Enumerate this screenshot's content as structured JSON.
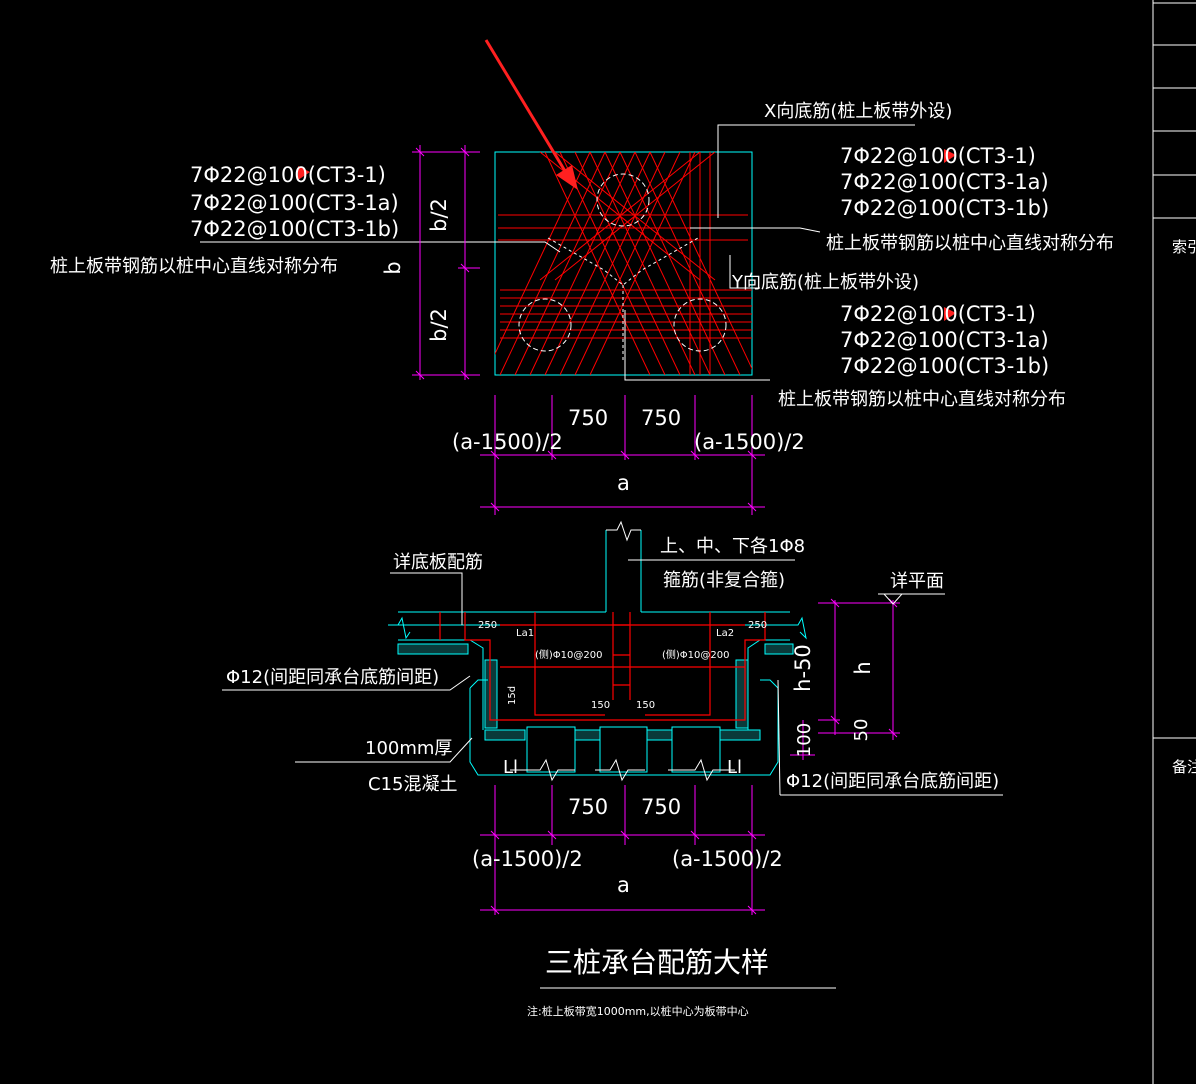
{
  "plan": {
    "left_bars": [
      "7Φ22@100(CT3-1)",
      "7Φ22@100(CT3-1a)",
      "7Φ22@100(CT3-1b)"
    ],
    "left_note": "桩上板带钢筋以桩中心直线对称分布",
    "dim_b": "b",
    "dim_b_half_top": "b/2",
    "dim_b_half_bottom": "b/2",
    "x_label": "X向底筋(桩上板带外设)",
    "right_top_bars": [
      "7Φ22@100(CT3-1)",
      "7Φ22@100(CT3-1a)",
      "7Φ22@100(CT3-1b)"
    ],
    "right_top_note": "桩上板带钢筋以桩中心直线对称分布",
    "y_label": "Y向底筋(桩上板带外设)",
    "right_bottom_bars": [
      "7Φ22@100(CT3-1)",
      "7Φ22@100(CT3-1a)",
      "7Φ22@100(CT3-1b)"
    ],
    "right_bottom_note": "桩上板带钢筋以桩中心直线对称分布",
    "dim_750_left": "750",
    "dim_750_right": "750",
    "dim_side_left": "(a-1500)/2",
    "dim_side_right": "(a-1500)/2",
    "dim_a": "a"
  },
  "section": {
    "stirrup_label_1": "上、中、下各1Φ8",
    "stirrup_label_2": "箍筋(非复合箍)",
    "slab_ref": "详底板配筋",
    "plan_ref": "详平面",
    "left_bar": "Φ12(间距同承台底筋间距)",
    "right_bar": "Φ12(间距同承台底筋间距)",
    "concrete_1": "100mm厚",
    "concrete_2": "C15混凝土",
    "dim_250_left": "250",
    "dim_250_right": "250",
    "la1": "La1",
    "la2": "La2",
    "rebar_left": "(侧)Φ10@200",
    "rebar_right": "(侧)Φ10@200",
    "dim_15d": "15d",
    "dim_150_left": "150",
    "dim_150_right": "150",
    "ll_left": "Ll",
    "ll_right": "Ll",
    "dim_h50": "h-50",
    "dim_h": "h",
    "dim_100": "100",
    "dim_50": "50",
    "dim_750_left": "750",
    "dim_750_right": "750",
    "dim_side_left": "(a-1500)/2",
    "dim_side_right": "(a-1500)/2",
    "dim_a": "a"
  },
  "title": "三桩承台配筋大样",
  "note": "注:桩上板带宽1000mm,以桩中心为板带中心",
  "side_panel": {
    "label_1": "索引",
    "label_2": "备注"
  },
  "colors": {
    "background": "#000000",
    "outline": "#00ffff",
    "rebar": "#ff0000",
    "dimension": "#ff00ff",
    "text": "#ffffff",
    "leader": "#ffffff",
    "pile": "#ffffff"
  }
}
